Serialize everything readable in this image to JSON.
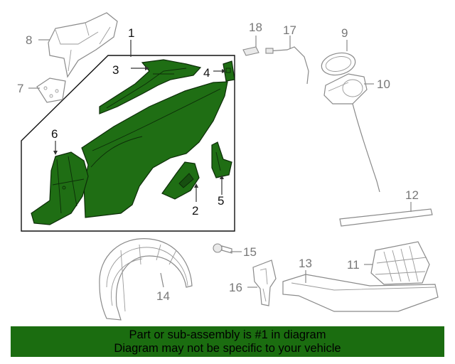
{
  "callouts": {
    "c1": "1",
    "c2": "2",
    "c3": "3",
    "c4": "4",
    "c5": "5",
    "c6": "6",
    "c7": "7",
    "c8": "8",
    "c9": "9",
    "c10": "10",
    "c11": "11",
    "c12": "12",
    "c13": "13",
    "c14": "14",
    "c15": "15",
    "c16": "16",
    "c17": "17",
    "c18": "18"
  },
  "banner": {
    "line1": "Part or sub-assembly is #1 in diagram",
    "line2": "Diagram may not be specific to your vehicle"
  },
  "colors": {
    "highlight": "#1f6e14",
    "banner": "#1b6d10",
    "outline": "#8a8a8a"
  }
}
